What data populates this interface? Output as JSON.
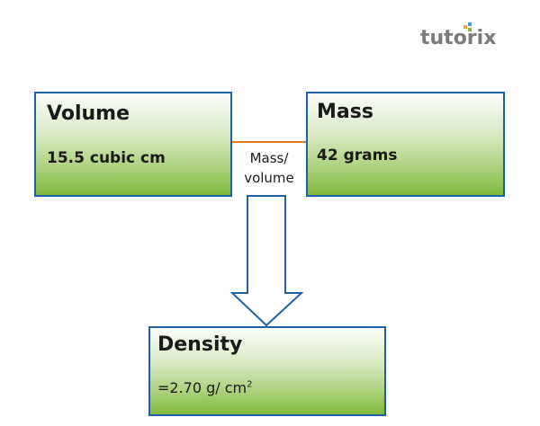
{
  "logo": "tutorix",
  "volume": {
    "title": "Volume",
    "value": "15.5 cubic cm"
  },
  "mass": {
    "title": "Mass",
    "value": "42 grams"
  },
  "operation": {
    "line1": "Mass/",
    "line2": "volume"
  },
  "density": {
    "title": "Density",
    "value": "=2.70 g/ cm",
    "superscript": "2"
  },
  "colors": {
    "border": "#1f5fa8",
    "connector": "#e07a1f",
    "green": "#7fba3a"
  }
}
